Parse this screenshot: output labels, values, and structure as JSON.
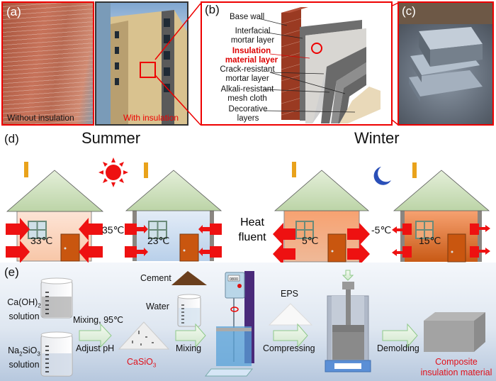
{
  "panel_a": {
    "label": "(a)",
    "left_caption": "Without insulation",
    "right_caption": "With insulation"
  },
  "panel_b": {
    "label": "(b)",
    "layers": [
      {
        "text": "Base wall",
        "highlight": false
      },
      {
        "text": "Interfacial mortar layer",
        "line1": "Interfacial",
        "line2": "mortar layer",
        "highlight": false
      },
      {
        "text": "Insulation material layer",
        "line1": "Insulation",
        "line2": "material layer",
        "highlight": true
      },
      {
        "text": "Crack-resistant mortar layer",
        "line1": "Crack-resistant",
        "line2": "mortar layer",
        "highlight": false
      },
      {
        "text": "Alkali-resistant mesh cloth",
        "line1": "Alkali-resistant",
        "line2": "mesh cloth",
        "highlight": false
      },
      {
        "text": "Decorative layers",
        "line1": "Decorative",
        "line2": "layers",
        "highlight": false
      }
    ]
  },
  "panel_c": {
    "label": "(c)"
  },
  "panel_d": {
    "label": "(d)",
    "summer": {
      "title": "Summer",
      "outside_temp": "35℃",
      "uninsulated_indoor": "33℃",
      "insulated_indoor": "23℃",
      "icon": "sun-icon"
    },
    "winter": {
      "title": "Winter",
      "outside_temp": "-5℃",
      "uninsulated_indoor": "5℃",
      "insulated_indoor": "15℃",
      "icon": "moon-icon"
    },
    "center_label_line1": "Heat",
    "center_label_line2": "fluent"
  },
  "panel_e": {
    "label": "(e)",
    "caoh2_label_prefix": "Ca(OH)",
    "caoh2_sub": "2",
    "caoh2_solution": "solution",
    "na2sio3_na": "Na",
    "na2sio3_sub1": "2",
    "na2sio3_mid": "SiO",
    "na2sio3_sub2": "3",
    "na2sio3_solution": "solution",
    "step1_top": "Mixing, 95℃",
    "step1_bottom": "Adjust pH",
    "casio3_prefix": "CaSiO",
    "casio3_sub": "3",
    "cement": "Cement",
    "water": "Water",
    "step2": "Mixing",
    "mixer_display": "0800",
    "eps": "EPS",
    "step3": "Compressing",
    "step4": "Demolding",
    "product_line1": "Composite",
    "product_line2": "insulation material"
  },
  "colors": {
    "highlight_red": "#e00000",
    "arrow_red": "#ee1111",
    "roof_green": "#c5dcb2",
    "process_arrow_green": "#8fc98a"
  }
}
